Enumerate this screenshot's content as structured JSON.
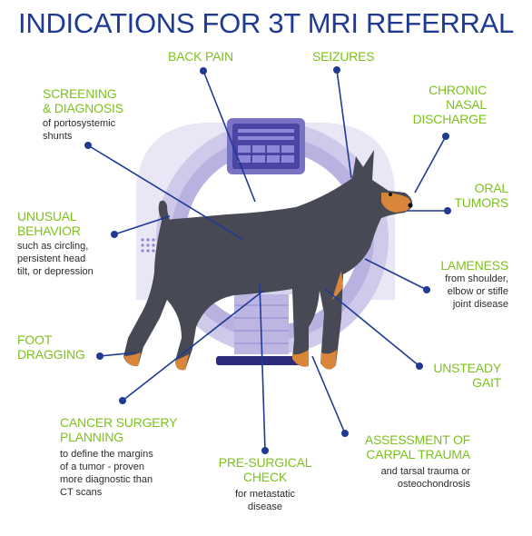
{
  "title": "INDICATIONS FOR 3T MRI REFERRAL",
  "colors": {
    "title": "#1f3a93",
    "label": "#7dc21e",
    "line": "#1f3a93",
    "scanner": "#c9c4e6",
    "dog": "#474a55",
    "tan": "#d9853a"
  },
  "indications": [
    {
      "key": "back_pain",
      "title": [
        "BACK PAIN"
      ],
      "desc": []
    },
    {
      "key": "seizures",
      "title": [
        "SEIZURES"
      ],
      "desc": []
    },
    {
      "key": "screening",
      "title": [
        "SCREENING",
        "& DIAGNOSIS"
      ],
      "desc": [
        "of portosystemic",
        "shunts"
      ]
    },
    {
      "key": "chronic_nasal",
      "title": [
        "CHRONIC",
        "NASAL",
        "DISCHARGE"
      ],
      "desc": []
    },
    {
      "key": "oral_tumors",
      "title": [
        "ORAL",
        "TUMORS"
      ],
      "desc": []
    },
    {
      "key": "unusual_behavior",
      "title": [
        "UNUSUAL",
        "BEHAVIOR"
      ],
      "desc": [
        "such as circling,",
        "persistent head",
        "tilt, or depression"
      ]
    },
    {
      "key": "lameness",
      "title": [
        "LAMENESS"
      ],
      "desc": [
        "from shoulder,",
        "elbow or stifle",
        "joint disease"
      ]
    },
    {
      "key": "foot_dragging",
      "title": [
        "FOOT",
        "DRAGGING"
      ],
      "desc": []
    },
    {
      "key": "unsteady_gait",
      "title": [
        "UNSTEADY",
        "GAIT"
      ],
      "desc": []
    },
    {
      "key": "cancer_surgery",
      "title": [
        "CANCER SURGERY",
        "PLANNING"
      ],
      "desc": [
        "to define the margins",
        "of a tumor - proven",
        "more diagnostic than",
        "CT scans"
      ]
    },
    {
      "key": "pre_surgical",
      "title": [
        "PRE-SURGICAL",
        "CHECK"
      ],
      "desc": [
        "for metastatic",
        "disease"
      ]
    },
    {
      "key": "carpal_trauma",
      "title": [
        "ASSESSMENT OF",
        "CARPAL TRAUMA"
      ],
      "desc": [
        "and tarsal trauma or",
        "osteochondrosis"
      ]
    }
  ]
}
